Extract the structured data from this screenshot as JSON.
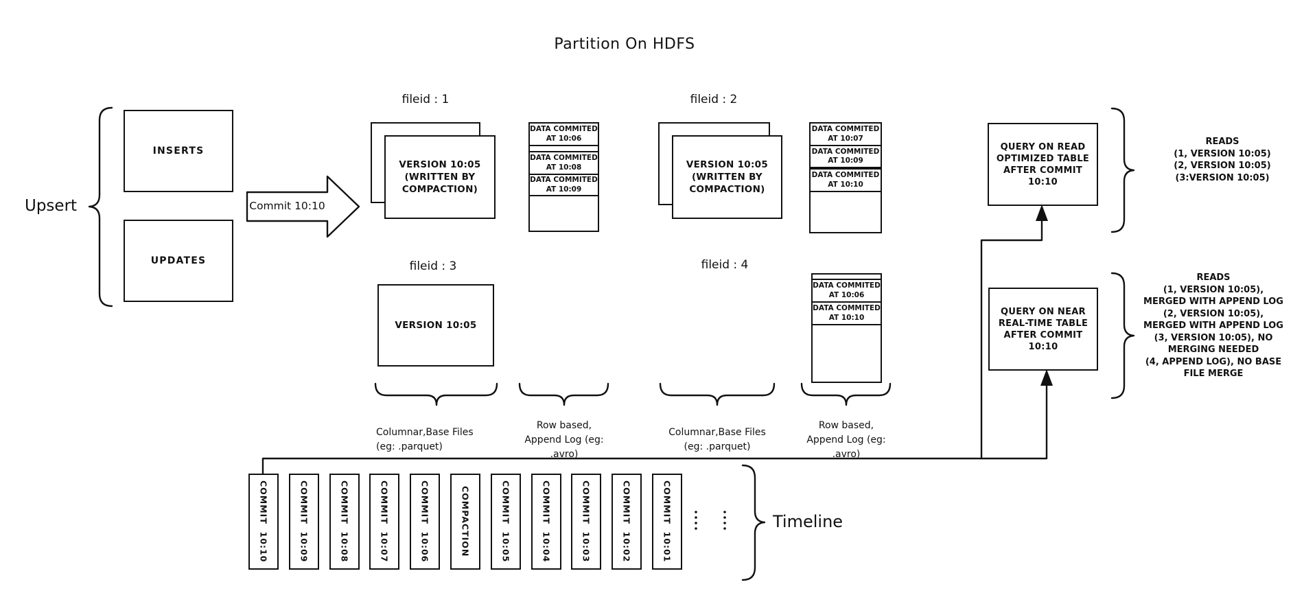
{
  "title": "Partition On HDFS",
  "colors": {
    "ink": "#111111",
    "background": "#ffffff"
  },
  "left": {
    "upsert_label": "Upsert",
    "inserts_label": "INSERTS",
    "updates_label": "UPDATES",
    "commit_label": "Commit 10:10"
  },
  "files": {
    "f1": {
      "label": "fileid : 1",
      "base": "VERSION 10:05\n(WRITTEN BY\nCOMPACTION)",
      "log": {
        "r1": "DATA COMMITED\nAT 10:06",
        "r2": "DATA COMMITED\nAT 10:08",
        "r3": "DATA COMMITED\nAT 10:09"
      }
    },
    "f2": {
      "label": "fileid : 2",
      "base": "VERSION 10:05\n(WRITTEN BY\nCOMPACTION)",
      "log": {
        "r1": "DATA COMMITED\nAT 10:07",
        "r2": "DATA COMMITED\nAT 10:09",
        "r3": "DATA COMMITED\nAT 10:10"
      }
    },
    "f3": {
      "label": "fileid : 3",
      "base": "VERSION 10:05"
    },
    "f4": {
      "label": "fileid : 4",
      "log": {
        "r1": "DATA COMMITED\nAT 10:06",
        "r2": "DATA COMMITED\nAT 10:10"
      }
    }
  },
  "group_labels": {
    "columnar1": "Columnar,Base Files\n(eg: .parquet)",
    "rowbased1": "Row based,\nAppend Log  (eg:\n.avro)",
    "columnar2": "Columnar,Base Files\n(eg: .parquet)",
    "rowbased2": "Row based,\nAppend Log  (eg:\n.avro)"
  },
  "queries": {
    "read_optimized": {
      "box": "QUERY ON READ\nOPTIMIZED TABLE\nAFTER COMMIT\n10:10",
      "reads": "READS\n(1, VERSION 10:05)\n(2, VERSION 10:05)\n(3:VERSION 10:05)"
    },
    "near_real_time": {
      "box": "QUERY ON NEAR\nREAL-TIME TABLE\nAFTER COMMIT\n10:10",
      "reads": "READS\n(1, VERSION 10:05),\nMERGED WITH APPEND LOG\n(2, VERSION 10:05),\nMERGED WITH APPEND LOG\n(3, VERSION 10:05), NO\nMERGING NEEDED\n(4, APPEND LOG), NO BASE\nFILE MERGE"
    }
  },
  "timeline": {
    "label": "Timeline",
    "items": [
      "COMMIT  10:10",
      "COMMIT  10:09",
      "COMMIT  10:08",
      "COMMIT  10:07",
      "COMMIT  10:06",
      "COMPACTION",
      "COMMIT  10:05",
      "COMMIT  10:04",
      "COMMIT  10:03",
      "COMMIT  10:02",
      "COMMIT  10:01"
    ]
  }
}
